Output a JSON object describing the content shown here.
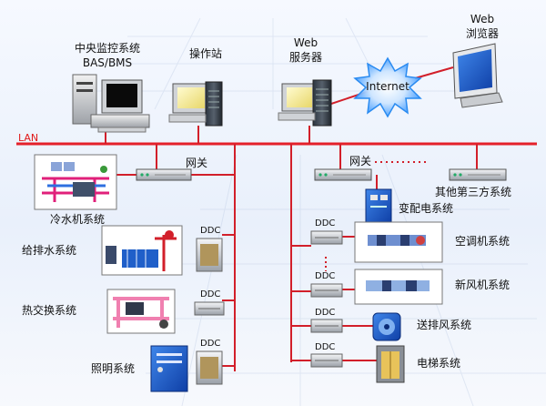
{
  "colors": {
    "bus": "#e4202a",
    "cable": "#d21f2a",
    "cloud": "#2a8bf1"
  },
  "top": {
    "central_monitor_line1": "中央监控系统",
    "central_monitor_line2": "BAS/BMS",
    "operator_station": "操作站",
    "web_server_line1": "Web",
    "web_server_line2": "服务器",
    "internet": "Internet",
    "web_browser_line1": "Web",
    "web_browser_line2": "浏览器",
    "lan": "LAN"
  },
  "middle": {
    "gateway_left": "网关",
    "gateway_right": "网关",
    "third_party": "其他第三方系统",
    "chiller": "冷水机系统",
    "substation": "变配电系统"
  },
  "left_systems": [
    {
      "label": "给排水系统",
      "ddc": "DDC"
    },
    {
      "label": "热交换系统",
      "ddc": "DDC"
    },
    {
      "label": "照明系统",
      "ddc": "DDC"
    }
  ],
  "right_systems": [
    {
      "label": "空调机系统",
      "ddc": "DDC"
    },
    {
      "label": "新风机系统",
      "ddc": "DDC"
    },
    {
      "label": "送排风系统",
      "ddc": "DDC"
    },
    {
      "label": "电梯系统",
      "ddc": "DDC"
    }
  ],
  "top_right_ddc": "DDC"
}
